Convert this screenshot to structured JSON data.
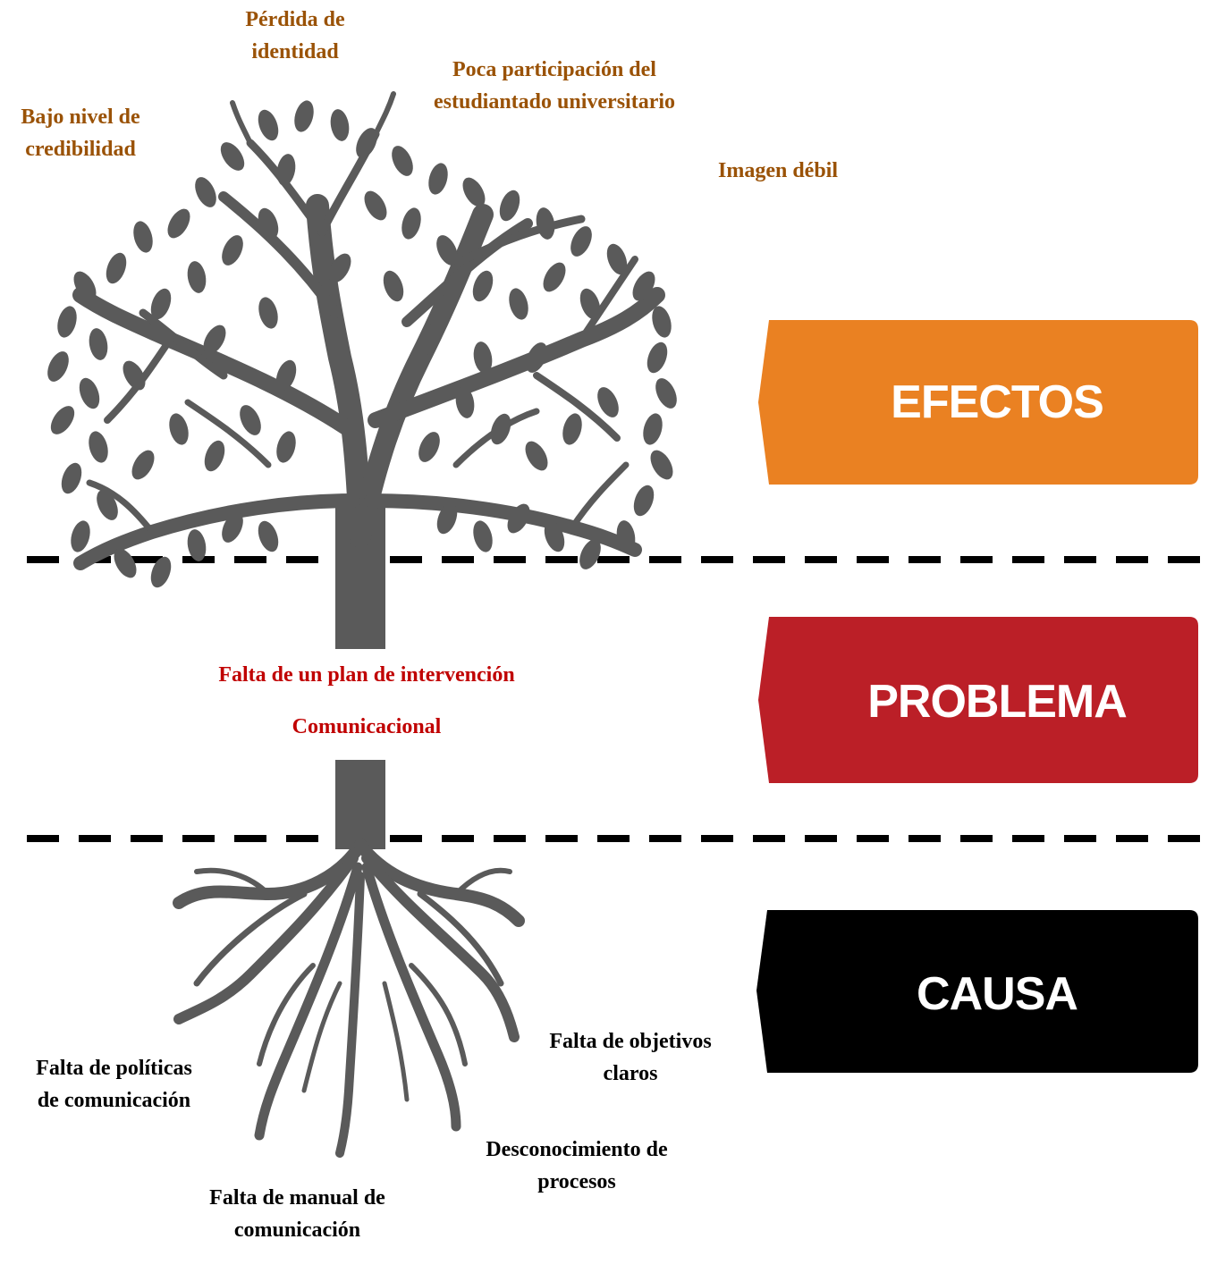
{
  "effects": [
    "Pérdida de identidad",
    "Poca participación del estudiantado universitario",
    "Bajo nivel de credibilidad",
    "Imagen débil"
  ],
  "problem": {
    "line1": "Falta de un plan de intervención",
    "line2": "Comunicacional"
  },
  "causes": [
    "Falta de políticas de comunicación",
    "Falta de objetivos claros",
    "Desconocimiento de procesos",
    "Falta de manual de comunicación"
  ],
  "tags": {
    "effects": "EFECTOS",
    "problem": "PROBLEMA",
    "cause": "CAUSA"
  },
  "colors": {
    "effects_tag": "#ea8122",
    "problem_tag": "#bb1f27",
    "cause_tag": "#000000",
    "tree": "#5a5a5a",
    "effects_text": "#9a5206",
    "problem_text": "#c00000"
  }
}
